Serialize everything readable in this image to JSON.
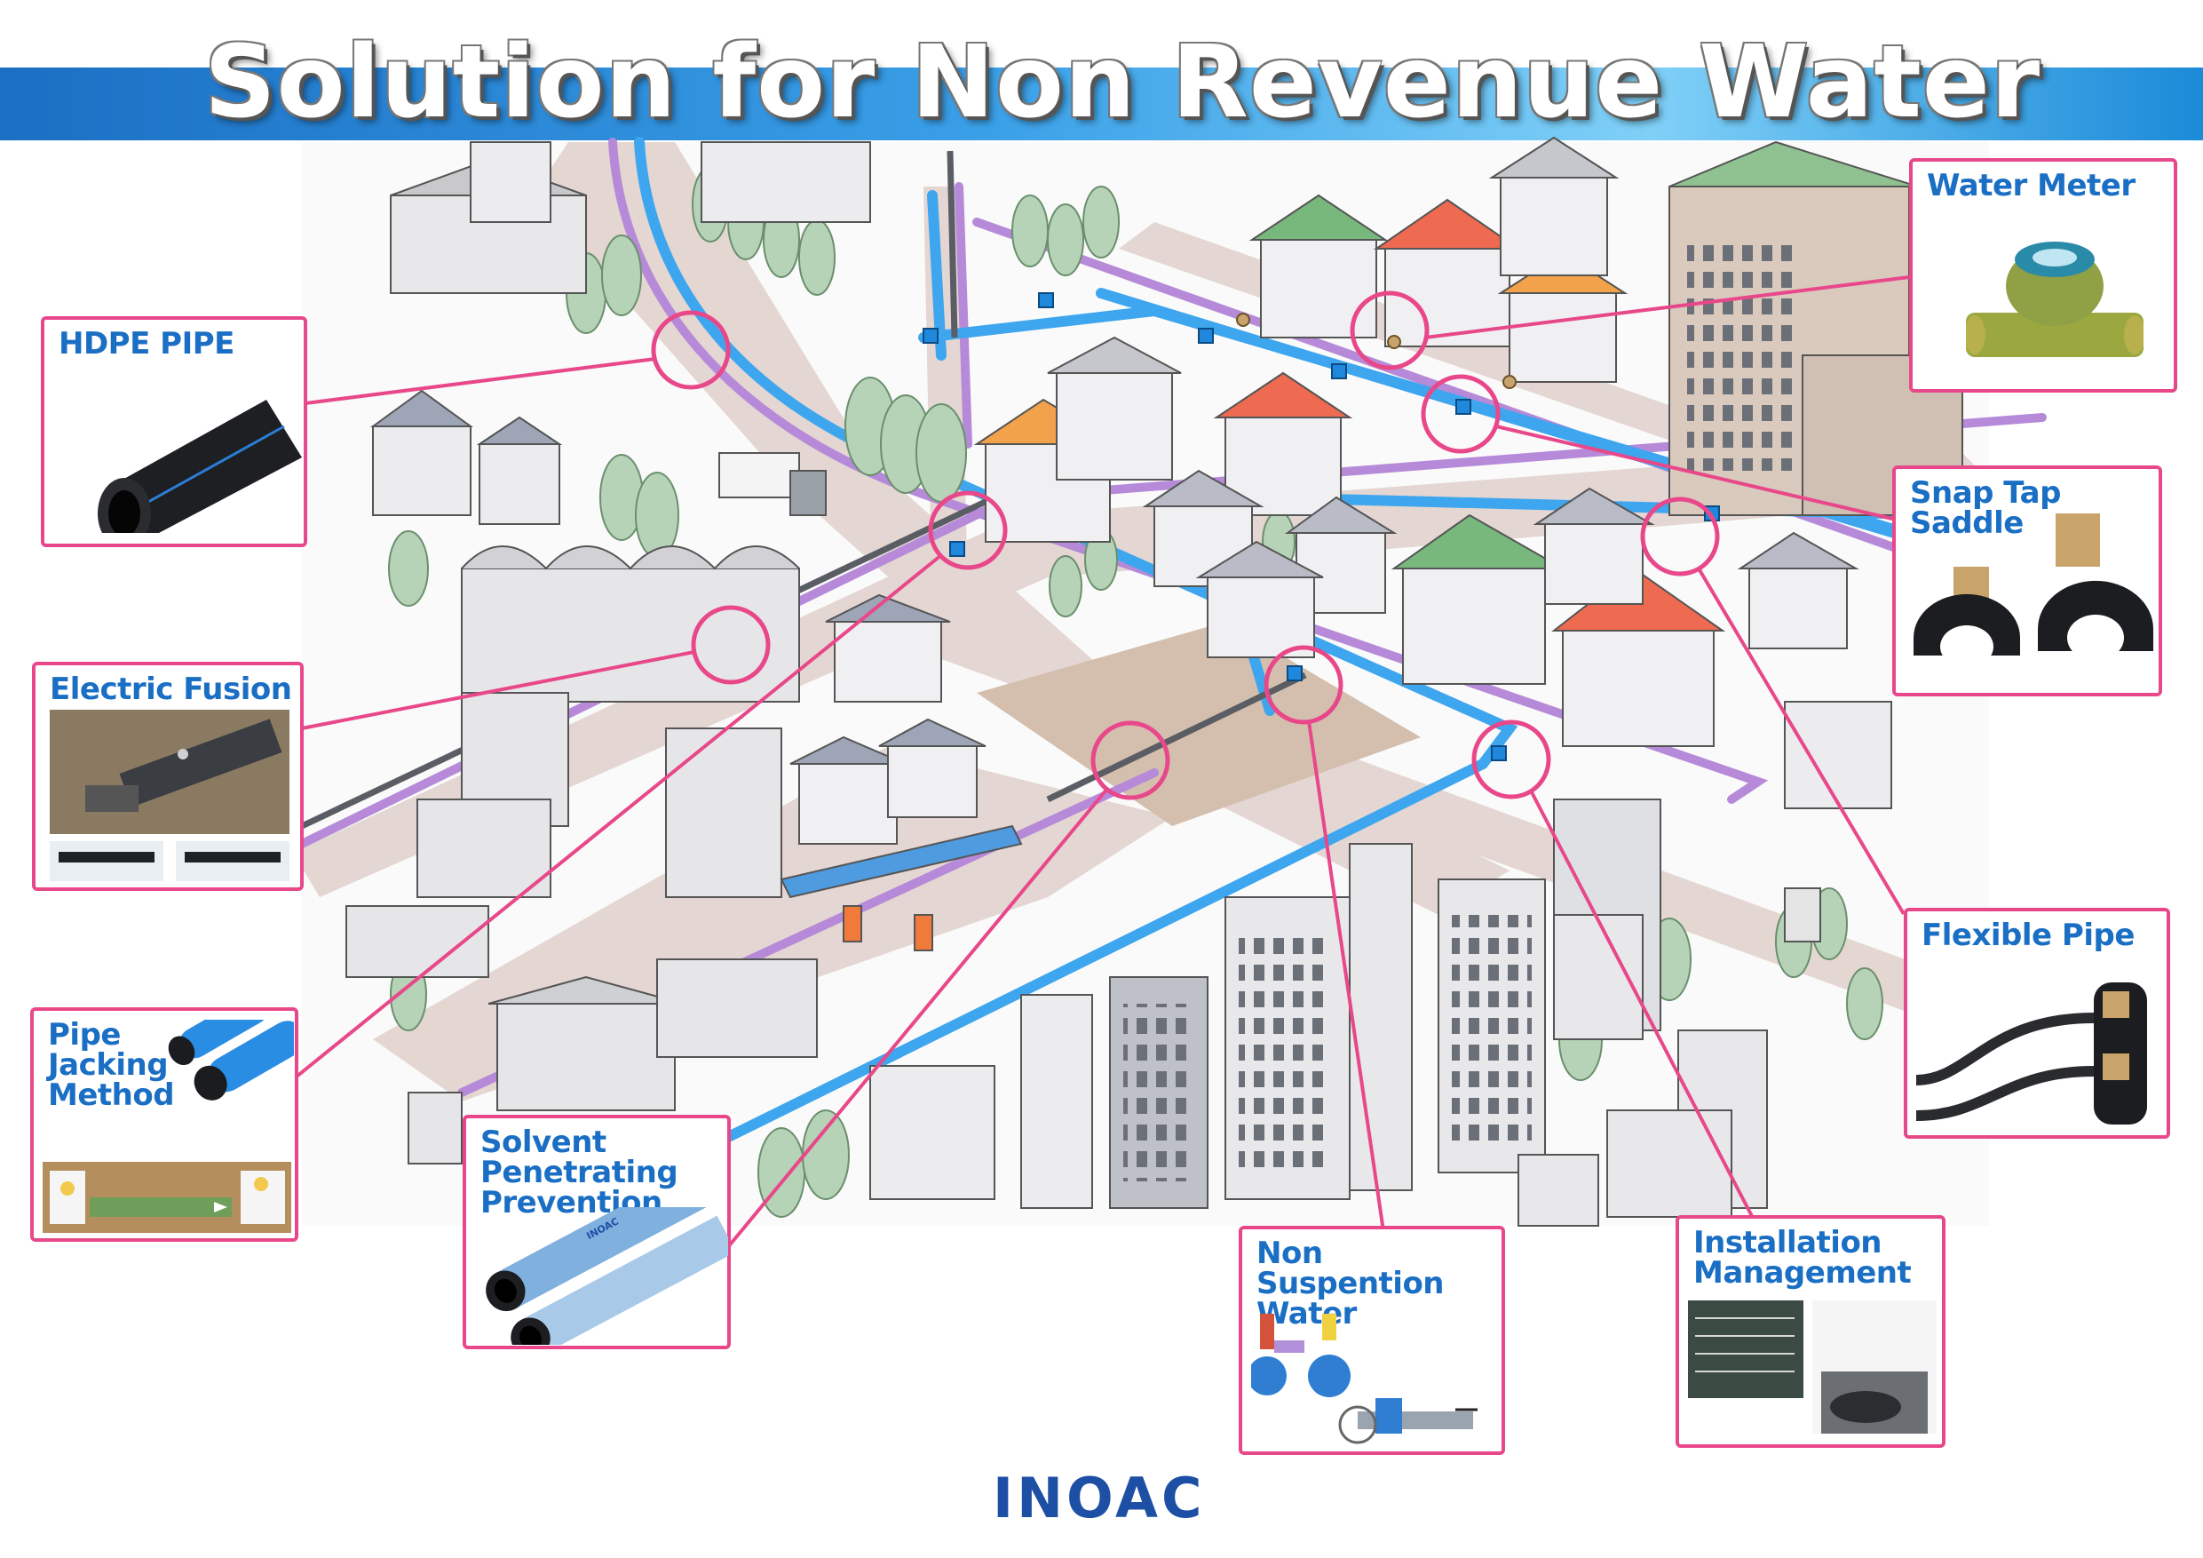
{
  "title": "Solution for Non Revenue Water",
  "logo": "INOAC",
  "colors": {
    "accent_pink": "#e8488a",
    "label_blue": "#1a6fc4",
    "banner_blue": "#2b8fe0",
    "water_pipe": "#3ea6ee",
    "sewer_pipe": "#b68ad8",
    "road": "#e3d5d0"
  },
  "callouts": [
    {
      "key": "hdpe_pipe",
      "label": "HDPE PIPE",
      "icon": "black-pipe-icon"
    },
    {
      "key": "electric_fusion",
      "label": "Electric Fusion",
      "icon": "fusion-photo-icon"
    },
    {
      "key": "pipe_jacking",
      "label": "Pipe\nJacking\nMethod",
      "icon": "jacking-diagram-icon"
    },
    {
      "key": "solvent",
      "label": "Solvent\nPenetrating\nPrevention",
      "icon": "blue-pipe-icon"
    },
    {
      "key": "non_suspension",
      "label": "Non Suspention\nWater",
      "icon": "valve-diagram-icon"
    },
    {
      "key": "installation",
      "label": "Installation\nManagement",
      "icon": "photo-board-icon"
    },
    {
      "key": "water_meter",
      "label": "Water Meter",
      "icon": "water-meter-icon"
    },
    {
      "key": "snap_tap",
      "label": "Snap Tap\nSaddle",
      "icon": "saddle-icon"
    },
    {
      "key": "flexible_pipe",
      "label": "Flexible Pipe",
      "icon": "flexible-pipe-icon"
    }
  ],
  "product_print": "INOAC"
}
